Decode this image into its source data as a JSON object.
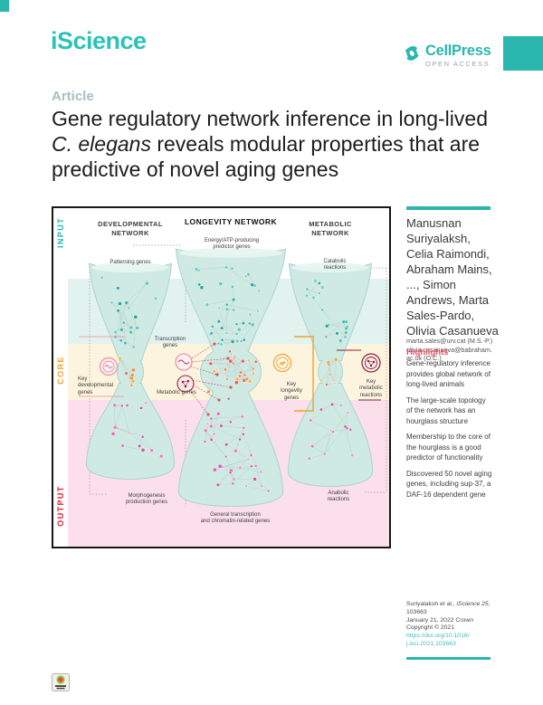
{
  "masthead": {
    "journal": "iScience",
    "publisher": "CellPress",
    "open_access": "OPEN ACCESS",
    "accent_color": "#2ab7ad"
  },
  "article": {
    "kicker": "Article",
    "title": {
      "line1": "Gene regulatory network inference in long-lived",
      "line2_italic": "C. elegans",
      "line2": " reveals modular properties that are",
      "line3": "predictive of novel aging genes"
    }
  },
  "graphical_abstract": {
    "zones": [
      {
        "label": "INPUT",
        "color": "#1fb9b0"
      },
      {
        "label": "CORE",
        "color": "#f0a22b"
      },
      {
        "label": "OUTPUT",
        "color": "#ea1b2d"
      }
    ],
    "band_colors": {
      "input": "#e2f3ef",
      "core": "#fdf4df",
      "output": "#fbdfeb"
    },
    "network_titles": {
      "developmental": [
        "DEVELOPMENTAL",
        "NETWORK"
      ],
      "longevity": [
        "LONGEVITY NETWORK"
      ],
      "metabolic": [
        "METABOLIC",
        "NETWORK"
      ]
    },
    "annotations": {
      "patterning": [
        "Patterning genes"
      ],
      "energy": [
        "Energy/ATP-producing",
        "predictor genes"
      ],
      "catabolic": [
        "Catabolic",
        "reactions"
      ],
      "transcription": [
        "Transcription",
        "genes"
      ],
      "metabolic_genes": [
        "Metabolic genes"
      ],
      "key_developmental": [
        "Key",
        "developmental",
        "genes"
      ],
      "key_longevity": [
        "Key",
        "longevity",
        "genes"
      ],
      "key_metabolic": [
        "Key",
        "metabolic",
        "reactions"
      ],
      "morphogenesis": [
        "Morphogenesis",
        "production genes"
      ],
      "general_transcription": [
        "General transcription",
        "and chromatin-related genes"
      ],
      "anabolic": [
        "Anabolic",
        "reactions"
      ]
    }
  },
  "sidebar": {
    "authors": "Manusnan Suriyalaksh, Celia Raimondi, Abraham Mains, ..., Simon Andrews, Marta Sales-Pardo, Olivia Casanueva",
    "correspondence": [
      "marta.sales@urv.cat (M.S.-P.)",
      "olivia.casanueva@babraham.ac.uk (O.C.)"
    ],
    "highlights_title": "Highlights",
    "highlights": [
      "Gene-regulatory inference provides global network of long-lived animals",
      "The large-scale topology of the network has an hourglass structure",
      "Membership to the core of the hourglass is a good predictor of functionality",
      "Discovered 50 novel aging genes, including sup-37, a DAF-16 dependent gene"
    ],
    "citation": {
      "authors": "Suriyalaksh et al., ",
      "journal": "iScience 25,",
      "article_no": "103663",
      "date_line": "January 21, 2022 Crown",
      "copyright_line": "Copyright © 2021",
      "doi_line1": "https://doi.org/10.1016/",
      "doi_line2": "j.isci.2021.103663"
    }
  },
  "badges": {
    "check_updates": "Check for updates"
  }
}
